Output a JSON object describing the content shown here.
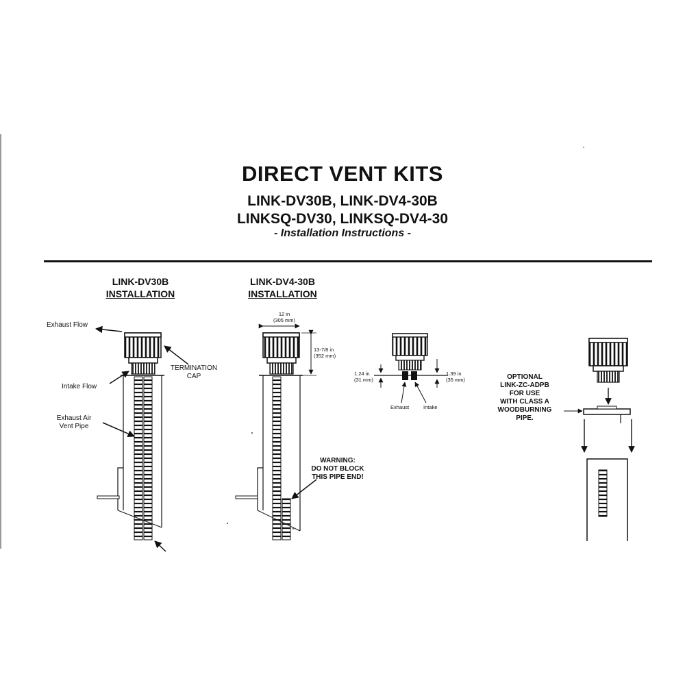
{
  "header": {
    "title": "DIRECT VENT KITS",
    "models_line1": "LINK-DV30B, LINK-DV4-30B",
    "models_line2": "LINKSQ-DV30, LINKSQ-DV4-30",
    "subtitle": "- Installation Instructions -"
  },
  "panel1": {
    "heading_model": "LINK-DV30B",
    "heading_sub": "INSTALLATION",
    "labels": {
      "exhaust_flow": "Exhaust Flow",
      "termination_cap_line1": "TERMINATION",
      "termination_cap_line2": "CAP",
      "intake_flow": "Intake Flow",
      "exhaust_pipe_line1": "Exhaust Air",
      "exhaust_pipe_line2": "Vent Pipe"
    }
  },
  "panel2": {
    "heading_model": "LINK-DV4-30B",
    "heading_sub": "INSTALLATION",
    "dims": {
      "width_in": "12 in",
      "width_mm": "(305 mm)",
      "height_in": "13-7/8 in",
      "height_mm": "(352 mm)"
    },
    "warning": [
      "WARNING:",
      "DO NOT BLOCK",
      "THIS PIPE END!"
    ]
  },
  "panel3": {
    "left_in": "1.24 in",
    "left_mm": "(31 mm)",
    "right_in": "1.39 in",
    "right_mm": "(35 mm)",
    "exhaust": "Exhaust",
    "intake": "Intake"
  },
  "panel4": {
    "note": [
      "OPTIONAL",
      "LINK-ZC-ADPB",
      "FOR USE",
      "WITH CLASS A",
      "WOODBURNING",
      "PIPE."
    ]
  }
}
